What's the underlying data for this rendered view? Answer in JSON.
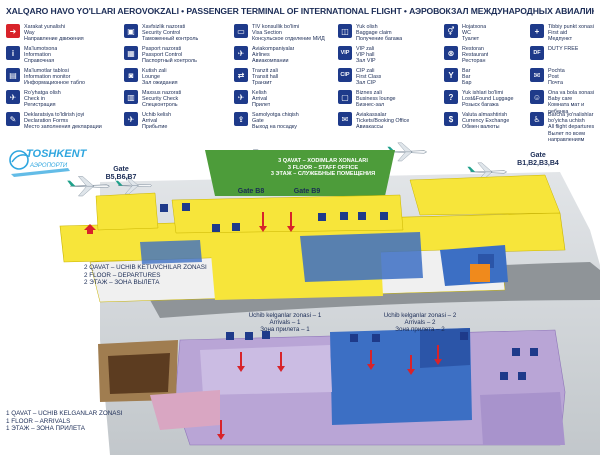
{
  "title": "XALQARO HAVO YO'LLARI AEROVOKZALI • PASSENGER TERMINAL OF INTERNATIONAL FLIGHT • АЭРОВОКЗАЛ МЕЖДУНАРОДНЫХ АВИАЛИНИЙ",
  "legend": [
    {
      "icon": "exit-arrow-icon",
      "glyph": "➜",
      "color": "#d8232a",
      "text": "Xarakat yunalishi\nWay\nНаправление движения"
    },
    {
      "icon": "info-icon",
      "glyph": "i",
      "color": "#1e3a8a",
      "text": "Ma'lumotxona\nInformation\nСправочная"
    },
    {
      "icon": "info-board-icon",
      "glyph": "▤",
      "color": "#1e3a8a",
      "text": "Ma'lumotlar tablosi\nInformation monitor\nИнформационное табло"
    },
    {
      "icon": "check-in-icon",
      "glyph": "✈",
      "color": "#1e3a8a",
      "text": "Ro'yhatga olish\nCheck in\nРегистрация"
    },
    {
      "icon": "declaration-icon",
      "glyph": "✎",
      "color": "#1e3a8a",
      "text": "Deklaratsiya to'ldirish joyi\nDeclaration Forms\nМесто заполнения декларации"
    },
    {
      "icon": "security-control-icon",
      "glyph": "▣",
      "color": "#1e3a8a",
      "text": "Xavfsizlik nazorati\nSecurity Control\nТаможенный контроль"
    },
    {
      "icon": "passport-control-icon",
      "glyph": "▦",
      "color": "#1e3a8a",
      "text": "Pasport nazorati\nPassport Control\nПаспортный контроль"
    },
    {
      "icon": "lounge-icon",
      "glyph": "◙",
      "color": "#1e3a8a",
      "text": "Kutish zali\nLounge\nЗал ожидания"
    },
    {
      "icon": "baggage-check-icon",
      "glyph": "▥",
      "color": "#1e3a8a",
      "text": "Maxsus nazorati\nSecurity Check\nСпецконтроль"
    },
    {
      "icon": "arrival-icon",
      "glyph": "✈",
      "color": "#1e3a8a",
      "text": "Uchib kelish\nArrival\nПрибытие"
    },
    {
      "icon": "visa-section-icon",
      "glyph": "▭",
      "color": "#1e3a8a",
      "text": "TIV konsullik bo'limi\nVisa Section\nКонсульское отделение МИД"
    },
    {
      "icon": "airline-office-icon",
      "glyph": "✈",
      "color": "#1e3a8a",
      "text": "Aviakompaniyalar\nAirlines\nАвиакомпании"
    },
    {
      "icon": "transit-hall-icon",
      "glyph": "⇄",
      "color": "#1e3a8a",
      "text": "Tranzit zali\nTransit hall\nТранзит"
    },
    {
      "icon": "arrival-hall-icon",
      "glyph": "✈",
      "color": "#1e3a8a",
      "text": "Kelish\nArrival\nПрилет"
    },
    {
      "icon": "gate-icon",
      "glyph": "⇪",
      "color": "#1e3a8a",
      "text": "Samolyotga chiqish\nGate\nВыход на посадку"
    },
    {
      "icon": "baggage-claim-icon",
      "glyph": "◫",
      "color": "#1e3a8a",
      "text": "Yuk olish\nBaggage claim\nПолучение багажа"
    },
    {
      "icon": "vip-hall-icon",
      "glyph": "VIP",
      "color": "#1e3a8a",
      "text": "VIP zali\nVIP hall\nЗал VIP"
    },
    {
      "icon": "cip-hall-icon",
      "glyph": "CIP",
      "color": "#1e3a8a",
      "text": "CIP zali\nFirst Class\nЗал CIP"
    },
    {
      "icon": "business-lounge-icon",
      "glyph": "▢",
      "color": "#1e3a8a",
      "text": "Biznes zali\nBusiness lounge\nБизнес-зал"
    },
    {
      "icon": "ticket-office-icon",
      "glyph": "✉",
      "color": "#1e3a8a",
      "text": "Aviakassalar\nTickets/Booking Office\nАвиакассы"
    },
    {
      "icon": "toilet-icon",
      "glyph": "⚥",
      "color": "#1e3a8a",
      "text": "Hojatxona\nWC\nТуалет"
    },
    {
      "icon": "restaurant-icon",
      "glyph": "⊗",
      "color": "#1e3a8a",
      "text": "Restoran\nRestaurant\nРесторан"
    },
    {
      "icon": "bar-icon",
      "glyph": "Y",
      "color": "#1e3a8a",
      "text": "Bar\nBar\nБар"
    },
    {
      "icon": "lost-luggage-icon",
      "glyph": "?",
      "color": "#1e3a8a",
      "text": "Yuk ishlari bo'limi\nLost&Found Luggage\nРозыск багажа"
    },
    {
      "icon": "currency-exchange-icon",
      "glyph": "$",
      "color": "#1e3a8a",
      "text": "Valuta almashtirish\nCurrency Exchange\nОбмен валюты"
    },
    {
      "icon": "first-aid-icon",
      "glyph": "+",
      "color": "#1e3a8a",
      "text": "Tibbiy punkt xonasi\nFirst aid\nМедпункт"
    },
    {
      "icon": "duty-free-icon",
      "glyph": "DF",
      "color": "#1e3a8a",
      "text": "DUTY FREE"
    },
    {
      "icon": "post-icon",
      "glyph": "✉",
      "color": "#1e3a8a",
      "text": "Pochta\nPost\nПочта"
    },
    {
      "icon": "baby-care-icon",
      "glyph": "☺",
      "color": "#1e3a8a",
      "text": "Ona va bola xonasi\nBaby care\nКомната мат и ребенка"
    },
    {
      "icon": "disabled-access-icon",
      "glyph": "♿",
      "color": "#1e3a8a",
      "text": "Barcha yo'nalishlar bo'yicha uchish\nAll flight departures\nВылет по всем направлениям"
    }
  ],
  "logo": {
    "name": "TOSHKENT",
    "sub": "АЭРОПОРТИ"
  },
  "gates": {
    "left": "Gate\nB5,B6,B7",
    "b8": "Gate B8",
    "b9": "Gate B9",
    "right": "Gate\nB1,B2,B3,B4"
  },
  "staff_office": "3 QAVAT – XODIMLAR XONALARI\n3 FLOOR – STAFF OFFICE\n3 ЭТАЖ – СЛУЖЕБНЫЕ ПОМЕЩЕНИЯ",
  "floor2": "2 QAVAT – UCHIB KETUVCHILAR ZONASI\n2 FLOOR – DEPARTURES\n2 ЭТАЖ – ЗОНА ВЫЛЕТА",
  "floor1": "1 QAVAT – UCHIB KELGANLAR ZONASI\n1 FLOOR – ARRIVALS\n1 ЭТАЖ – ЗОНА ПРИЛЕТА",
  "arrivals1": "Uchib kelganlar zonasi – 1\nArrivals – 1\nЗона прилета – 1",
  "arrivals2": "Uchib kelganlar zonasi – 2\nArrivals – 2\nЗона прилета – 2",
  "colors": {
    "departures": "#f7e53a",
    "arrivals": "#b9a5d6",
    "glass": "#3c6fc4",
    "road": "#9a9a9a",
    "apron": "#cfd3d6",
    "staff": "#4d9c3a",
    "exit": "#d8232a",
    "brand": "#1e3a8a"
  }
}
